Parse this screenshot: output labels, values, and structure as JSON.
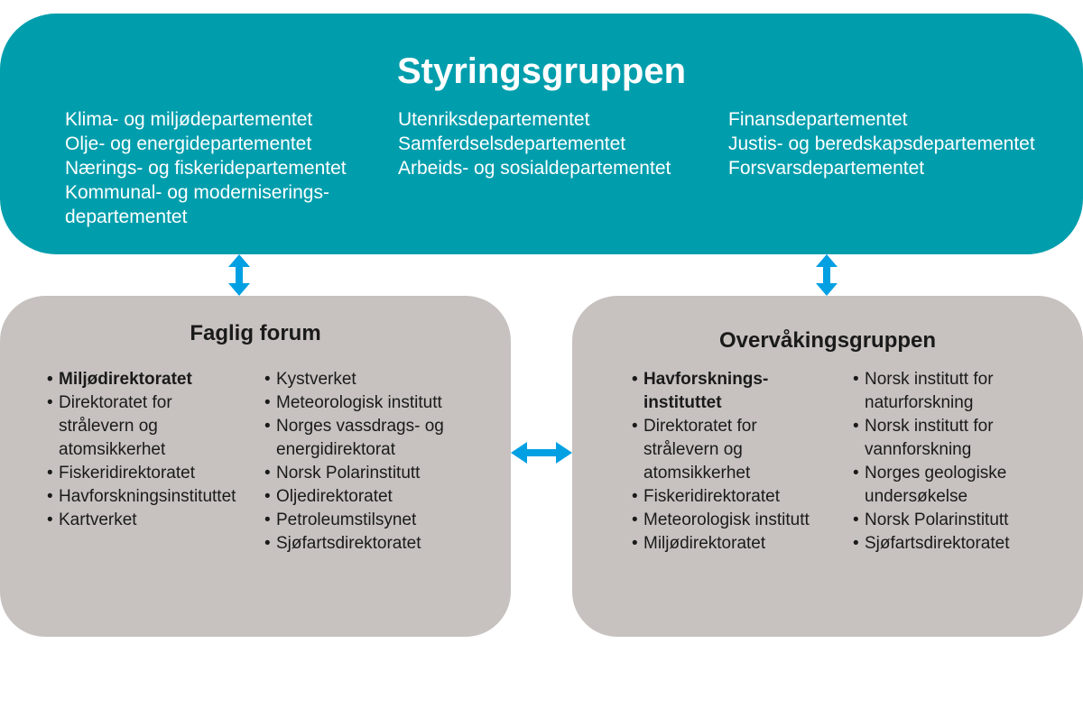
{
  "colors": {
    "top": "#009ead",
    "group": "#c7c2bf",
    "arrow": "#00a0e3"
  },
  "styringsgruppen": {
    "title": "Styringsgruppen",
    "columns": [
      [
        [
          "Klima- og miljødepartementet"
        ],
        [
          "Olje- og energidepartementet"
        ],
        [
          "Nærings- og fiskeridepartementet"
        ],
        [
          "Kommunal- og moderniserings-",
          "departementet"
        ]
      ],
      [
        [
          "Utenriksdepartementet"
        ],
        [
          "Samferdselsdepartementet"
        ],
        [
          "Arbeids- og sosialdepartementet"
        ]
      ],
      [
        [
          "Finansdepartementet"
        ],
        [
          "Justis- og beredskapsdepartementet"
        ],
        [
          "Forsvarsdepartementet"
        ]
      ]
    ]
  },
  "faglig_forum": {
    "title": "Faglig forum",
    "columns": [
      [
        {
          "lines": [
            "Miljødirektoratet"
          ],
          "bold": true
        },
        {
          "lines": [
            "Direktoratet for",
            "strålevern og",
            "atomsikkerhet"
          ]
        },
        {
          "lines": [
            "Fiskeridirektoratet"
          ]
        },
        {
          "lines": [
            "Havforskningsinstituttet"
          ]
        },
        {
          "lines": [
            "Kartverket"
          ]
        }
      ],
      [
        {
          "lines": [
            "Kystverket"
          ]
        },
        {
          "lines": [
            "Meteorologisk institutt"
          ]
        },
        {
          "lines": [
            "Norges vassdrags- og",
            "energidirektorat"
          ]
        },
        {
          "lines": [
            "Norsk Polarinstitutt"
          ]
        },
        {
          "lines": [
            "Oljedirektoratet"
          ]
        },
        {
          "lines": [
            "Petroleumstilsynet"
          ]
        },
        {
          "lines": [
            "Sjøfartsdirektoratet"
          ]
        }
      ]
    ]
  },
  "overvakingsgruppen": {
    "title": "Overvåkingsgruppen",
    "columns": [
      [
        {
          "lines": [
            "Havforsknings-",
            "instituttet"
          ],
          "bold": true
        },
        {
          "lines": [
            "Direktoratet for",
            "strålevern og",
            "atomsikkerhet"
          ]
        },
        {
          "lines": [
            "Fiskeridirektoratet"
          ]
        },
        {
          "lines": [
            "Meteorologisk institutt"
          ]
        },
        {
          "lines": [
            "Miljødirektoratet"
          ]
        }
      ],
      [
        {
          "lines": [
            "Norsk institutt for",
            "naturforskning"
          ]
        },
        {
          "lines": [
            "Norsk institutt for",
            "vannforskning"
          ]
        },
        {
          "lines": [
            "Norges geologiske",
            "undersøkelse"
          ]
        },
        {
          "lines": [
            "Norsk Polarinstitutt"
          ]
        },
        {
          "lines": [
            "Sjøfartsdirektoratet"
          ]
        }
      ]
    ]
  }
}
